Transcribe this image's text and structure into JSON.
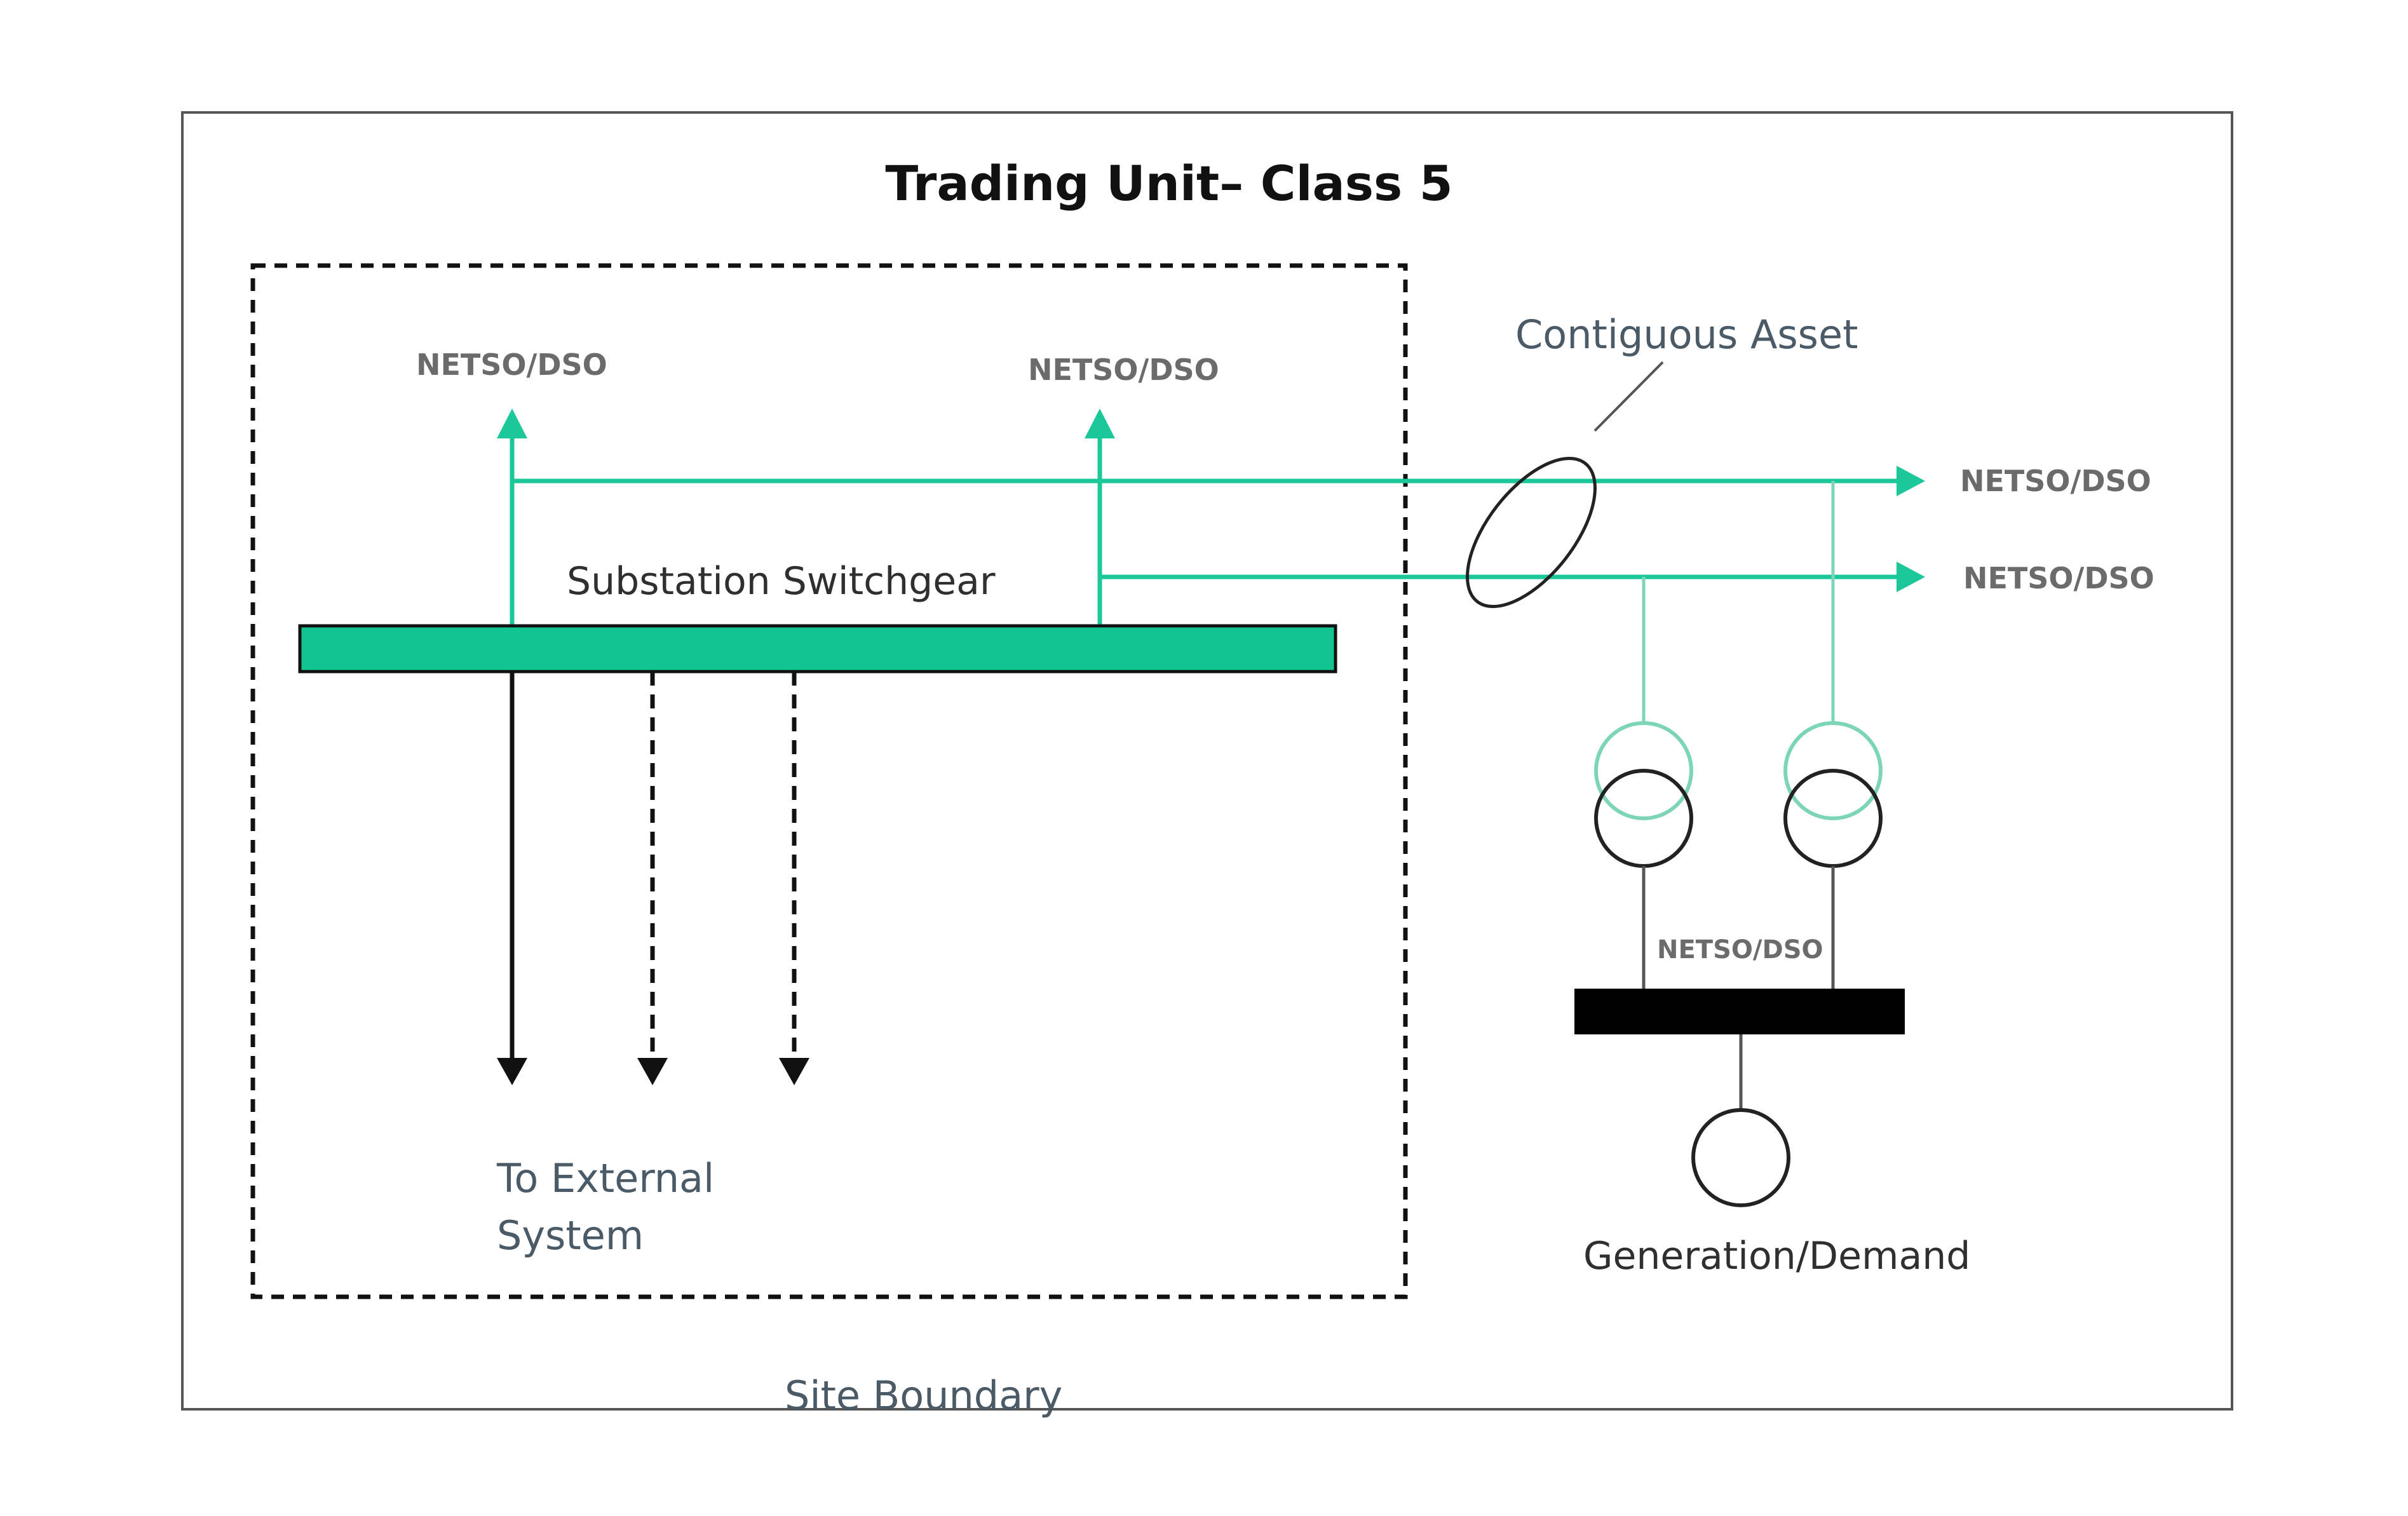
{
  "title": "Trading Unit– Class 5",
  "labels": {
    "netso_top_left": "NETSO/DSO",
    "netso_top_mid": "NETSO/DSO",
    "netso_right_upper": "NETSO/DSO",
    "netso_right_lower": "NETSO/DSO",
    "netso_bottom_bus": "NETSO/DSO",
    "contiguous_asset": "Contiguous Asset",
    "substation_switchgear": "Substation Switchgear",
    "to_external_line1": "To External",
    "to_external_line2": "System",
    "generation_demand": "Generation/Demand",
    "site_boundary": "Site Boundary"
  },
  "colors": {
    "feeder_green": "#1cc79a",
    "busbar_green": "#12c48f",
    "light_green": "#7dd5b8",
    "outline": "#222222",
    "frame": "#555555"
  }
}
